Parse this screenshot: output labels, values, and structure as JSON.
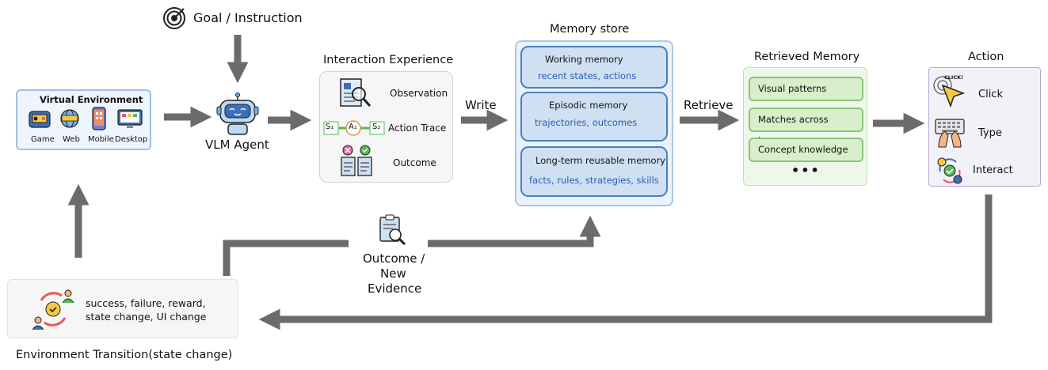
{
  "goal": {
    "label": "Goal / Instruction",
    "icon": "target-icon"
  },
  "virtual_environment": {
    "title": "Virtual Environment",
    "items": [
      {
        "label": "Game",
        "icon": "gamepad-icon"
      },
      {
        "label": "Web",
        "icon": "globe-icon"
      },
      {
        "label": "Mobile",
        "icon": "phone-icon"
      },
      {
        "label": "Desktop",
        "icon": "monitor-icon"
      }
    ]
  },
  "agent": {
    "label": "VLM Agent",
    "icon": "robot-icon"
  },
  "interaction": {
    "title": "Interaction Experience",
    "items": [
      {
        "label": "Observation",
        "icon": "magnifier-document-icon"
      },
      {
        "label": "Action Trace",
        "icon": "action-trace-icon"
      },
      {
        "label": "Outcome",
        "icon": "outcome-documents-icon"
      }
    ],
    "trace_nodes": [
      "S₁",
      "A₁",
      "S₂"
    ]
  },
  "arrows": {
    "write": "Write",
    "retrieve": "Retrieve"
  },
  "memory_store": {
    "title": "Memory store",
    "boxes": [
      {
        "title": "Working memory",
        "detail": "recent states, actions"
      },
      {
        "title": "Episodic memory",
        "detail": "trajectories, outcomes"
      },
      {
        "title": "Long-term reusable  memory",
        "detail": "facts, rules, strategies, skills"
      }
    ]
  },
  "retrieved": {
    "title": "Retrieved Memory",
    "items": [
      "Visual patterns",
      "Matches across images",
      "Concept knowledge"
    ],
    "ellipsis": "•••"
  },
  "action": {
    "title": "Action",
    "items": [
      {
        "label": "Click",
        "icon": "click-cursor-icon",
        "badge": "CLICK!"
      },
      {
        "label": "Type",
        "icon": "keyboard-icon"
      },
      {
        "label": "Interact",
        "icon": "interact-icon"
      }
    ]
  },
  "outcome_evidence": {
    "lines": [
      "Outcome /",
      "New",
      "Evidence"
    ],
    "icon": "clipboard-search-icon"
  },
  "environment_transition": {
    "text_lines": [
      "success, failure, reward,",
      "state change, UI change"
    ],
    "caption": "Environment Transition(state change)",
    "icon": "cycle-people-icon"
  },
  "colors": {
    "arrow": "#6b6b6b",
    "memory_detail_text": "#2a5db0",
    "memory_border": "#4b7fc0",
    "retrieved_border": "#8bc47a",
    "action_border": "#b8a6d6"
  }
}
